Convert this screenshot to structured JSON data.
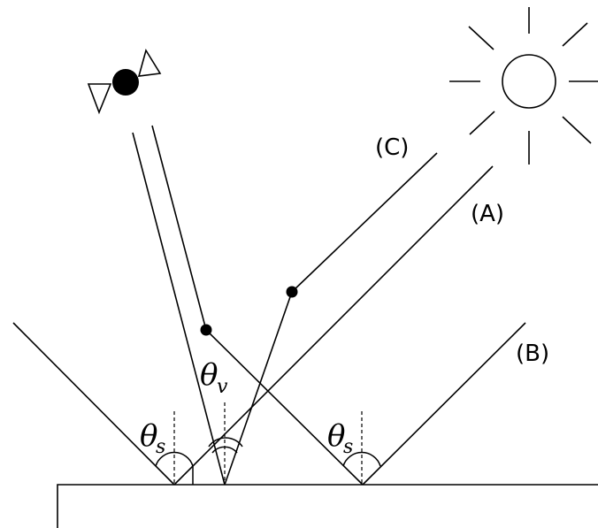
{
  "labels": {
    "path_a": "(A)",
    "path_b": "(B)",
    "path_c": "(C)"
  },
  "angles": {
    "solar_symbol": "θ",
    "solar_subscript": "s",
    "view_symbol": "θ",
    "view_subscript": "v"
  },
  "icons": {
    "sun": "sun-icon",
    "satellite": "satellite-icon"
  }
}
